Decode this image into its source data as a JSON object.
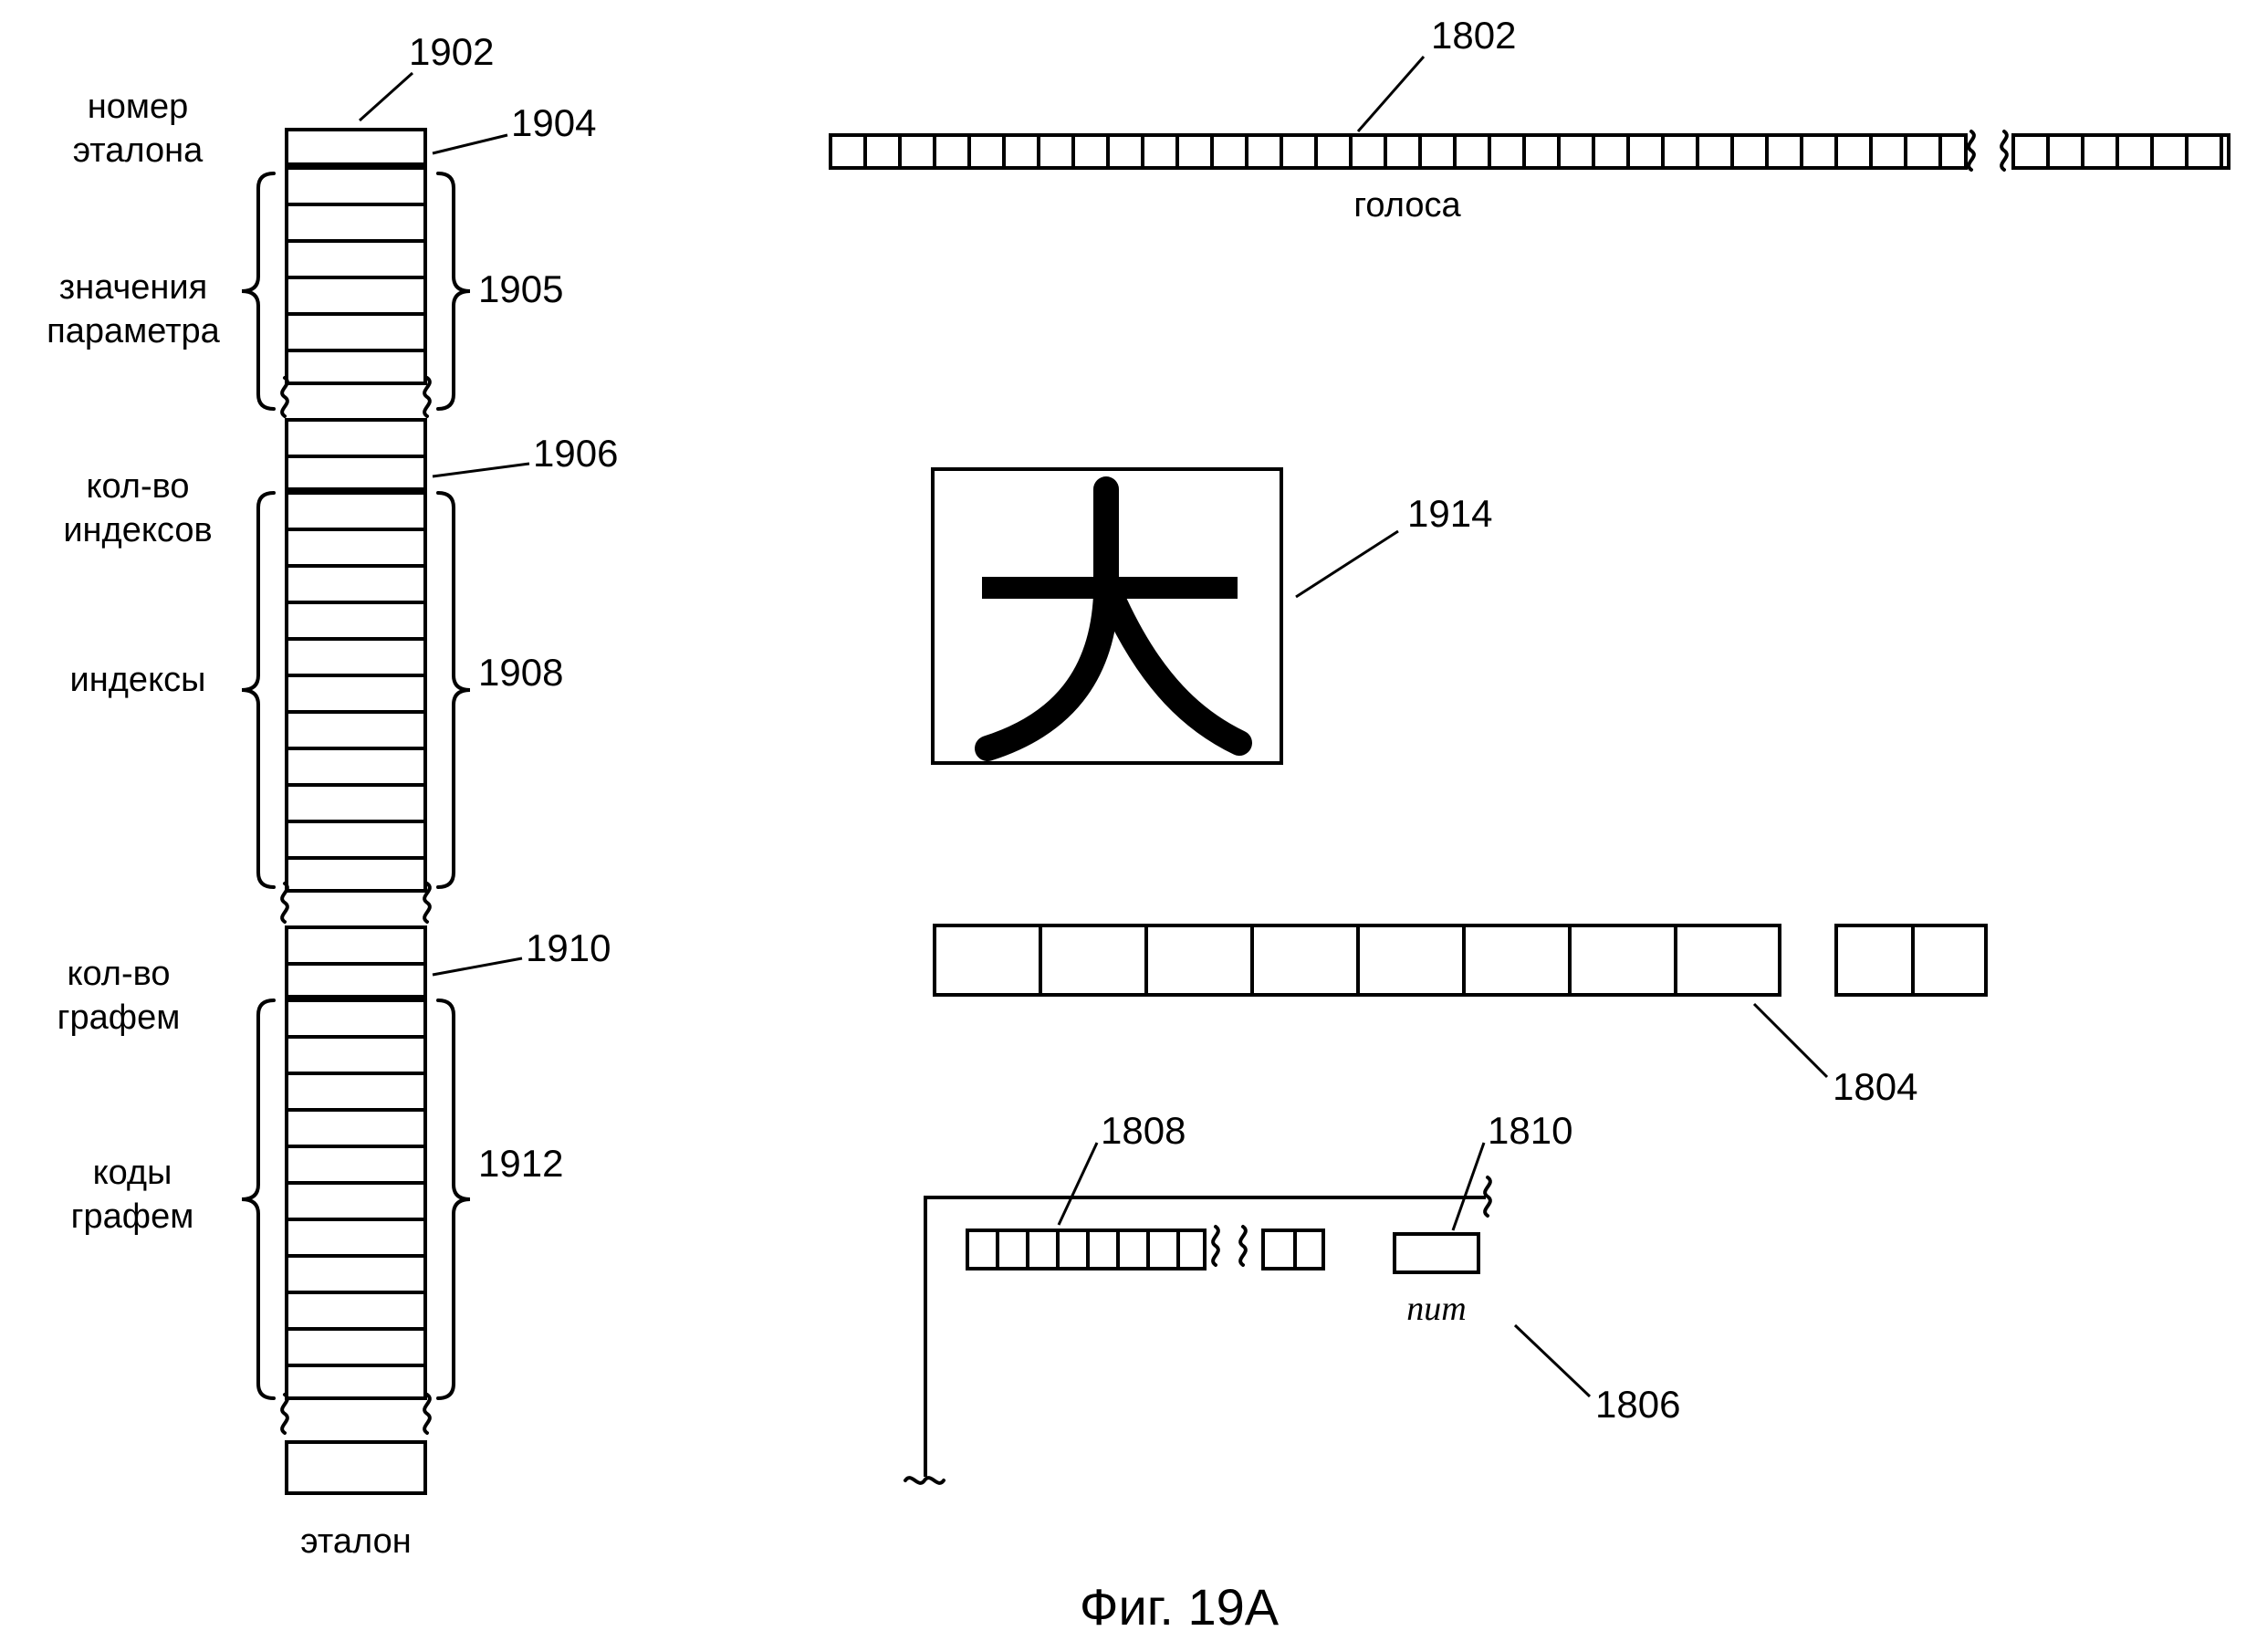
{
  "figure_caption": "Фиг. 19А",
  "stack": {
    "label_record_number": "номер\nэталона",
    "label_parameter_values": "значения\nпараметра",
    "label_index_count": "кол-во\nиндексов",
    "label_indices": "индексы",
    "label_grapheme_count": "кол-во графем",
    "label_grapheme_codes": "коды\nграфем",
    "label_template": "эталон"
  },
  "callouts": {
    "n1902": "1902",
    "n1904": "1904",
    "n1905": "1905",
    "n1906": "1906",
    "n1908": "1908",
    "n1910": "1910",
    "n1912": "1912",
    "n1802": "1802",
    "n1804": "1804",
    "n1806": "1806",
    "n1808": "1808",
    "n1810": "1810",
    "n1914": "1914"
  },
  "votes_row": {
    "label": "голоса"
  },
  "glyph_box": {
    "character": "大"
  },
  "num_field": {
    "label": "num"
  }
}
